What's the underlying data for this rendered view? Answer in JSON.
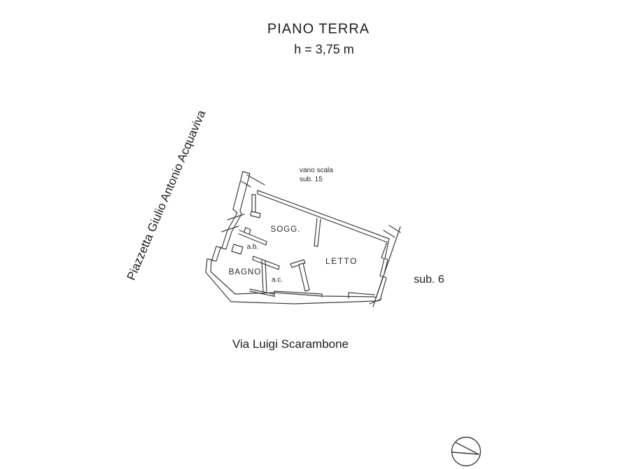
{
  "header": {
    "title": "PIANO TERRA",
    "height_note": "h = 3,75 m"
  },
  "plan": {
    "stairwell": {
      "line1": "vano scala",
      "line2": "sub. 15"
    },
    "rooms": {
      "soggiorno": "SOGG.",
      "letto": "LETTO",
      "bagno": "BAGNO",
      "antibagno": "a.b.",
      "anticamera": "a.c."
    },
    "unit_label": "sub. 6"
  },
  "streets": {
    "piazzetta": "Piazzetta Giulio Antonio Acquaviva",
    "via": "Via Luigi Scarambone"
  },
  "colors": {
    "line": "#3d3d3d",
    "text": "#1e1e1e",
    "background": "#ffffff"
  }
}
